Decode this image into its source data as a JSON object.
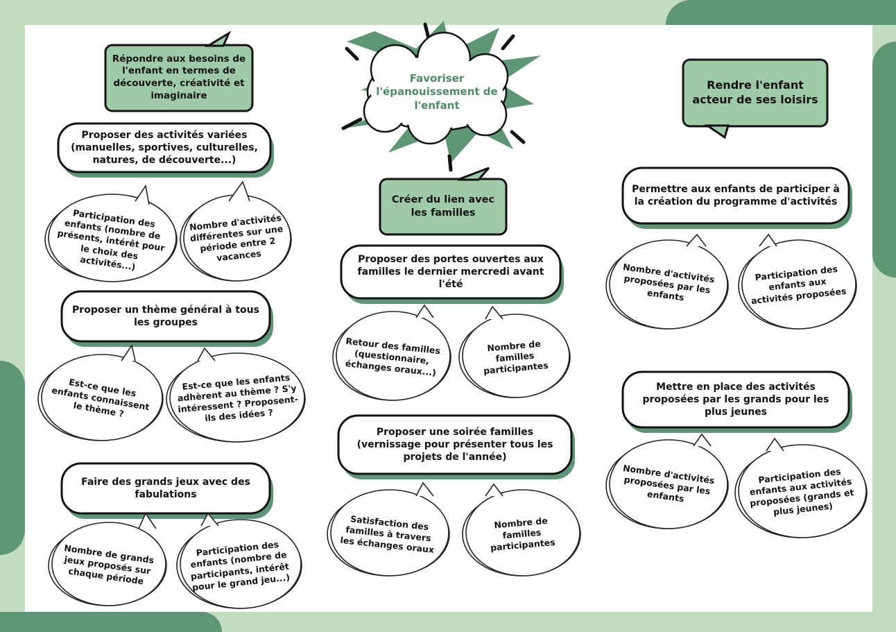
{
  "cloud_goal": "Favoriser l'épanouissement de l'enfant",
  "colors": {
    "background": "#c3dcc0",
    "accent": "#5f9675",
    "goal_fill": "#9fcaa8",
    "text": "#111111",
    "cloud_text": "#4f8a67"
  },
  "columns": [
    {
      "goal": "Répondre aux besoins de l'enfant en termes de découverte, créativité et imaginaire",
      "actions": [
        {
          "label": "Proposer des activités variées (manuelles, sportives, culturelles, natures, de découverte...)",
          "indicators": [
            "Participation des enfants (nombre de présents, intérêt pour le choix des activités...)",
            "Nombre d'activités différentes sur une période entre 2 vacances"
          ]
        },
        {
          "label": "Proposer un thème général à tous les groupes",
          "indicators": [
            "Est-ce que les enfants connaissent le thème ?",
            "Est-ce que les enfants adhèrent au thème ? S'y intéressent ? Proposent-ils des idées ?"
          ]
        },
        {
          "label": "Faire des grands jeux avec des fabulations",
          "indicators": [
            "Nombre de grands jeux proposés sur chaque période",
            "Participation des enfants (nombre de participants, intérêt pour le grand jeu...)"
          ]
        }
      ]
    },
    {
      "goal": "Créer du lien avec les familles",
      "actions": [
        {
          "label": "Proposer des portes ouvertes aux familles le dernier mercredi avant l'été",
          "indicators": [
            "Retour des familles (questionnaire, échanges oraux...)",
            "Nombre de familles participantes"
          ]
        },
        {
          "label": "Proposer une soirée familles (vernissage pour présenter tous les projets de l'année)",
          "indicators": [
            "Satisfaction des familles à travers les échanges oraux",
            "Nombre de familles participantes"
          ]
        }
      ]
    },
    {
      "goal": "Rendre l'enfant acteur de ses loisirs",
      "actions": [
        {
          "label": "Permettre aux enfants de participer à la création du programme d'activités",
          "indicators": [
            "Nombre d'activités proposées par les enfants",
            "Participation des enfants aux activités proposées"
          ]
        },
        {
          "label": "Mettre en place des activités proposées par les grands pour les plus jeunes",
          "indicators": [
            "Nombre d'activités proposées par les enfants",
            "Participation des enfants aux activités proposées (grands et plus jeunes)"
          ]
        }
      ]
    }
  ]
}
